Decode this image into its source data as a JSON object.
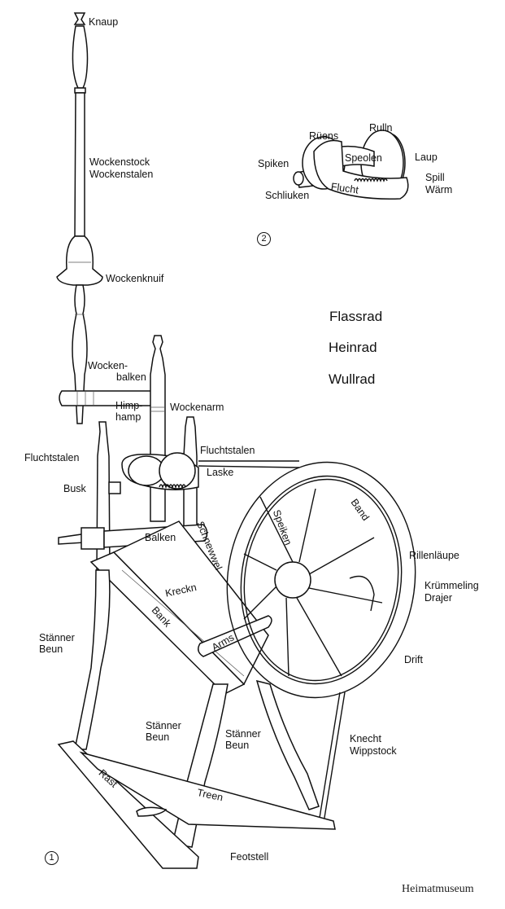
{
  "diagram": {
    "subject": "spinning wheel parts (Low German terms)",
    "figure_markers": {
      "main": "1",
      "detail": "2"
    },
    "titles": [
      "Flassrad",
      "Heinrad",
      "Wullrad"
    ],
    "labels_main": {
      "knaup": "Knaup",
      "wockenstock": "Wockenstock",
      "wockenstalen": "Wockenstalen",
      "wockenknuif": "Wockenknuif",
      "wockenbalken_1": "Wocken-",
      "wockenbalken_2": "balken",
      "himphamp_1": "Himp-",
      "himphamp_2": "hamp",
      "wockenarm": "Wockenarm",
      "fluchtstalen_left": "Fluchtstalen",
      "fluchtstalen_right": "Fluchtstalen",
      "laske": "Laske",
      "busk": "Busk",
      "balken": "Balken",
      "schnewwel": "Schnewwel",
      "kreckn": "Kreckn",
      "bank": "Bank",
      "arms": "Arms",
      "speiken": "Speiken",
      "band": "Band",
      "rillenlaeupe": "Rillenläupe",
      "kruemmeling": "Krümmeling",
      "drajer": "Drajer",
      "drift": "Drift",
      "staenner_left_1": "Stänner",
      "staenner_left_2": "Beun",
      "staenner_mid_1": "Stänner",
      "staenner_mid_2": "Beun",
      "staenner_right_1": "Stänner",
      "staenner_right_2": "Beun",
      "knecht": "Knecht",
      "wippstock": "Wippstock",
      "rast": "Rast",
      "treen": "Treen",
      "footstell": "Feotstell"
    },
    "labels_detail": {
      "ruens": "Rüens",
      "rulln": "Rulln",
      "speolen": "Speolen",
      "laup": "Laup",
      "spiken": "Spiken",
      "spill": "Spill",
      "waerm": "Wärm",
      "schliuken": "Schliuken",
      "flucht": "Flucht"
    },
    "credit": "Heimatmuseum",
    "colors": {
      "ink": "#111111",
      "paper": "#ffffff"
    }
  }
}
